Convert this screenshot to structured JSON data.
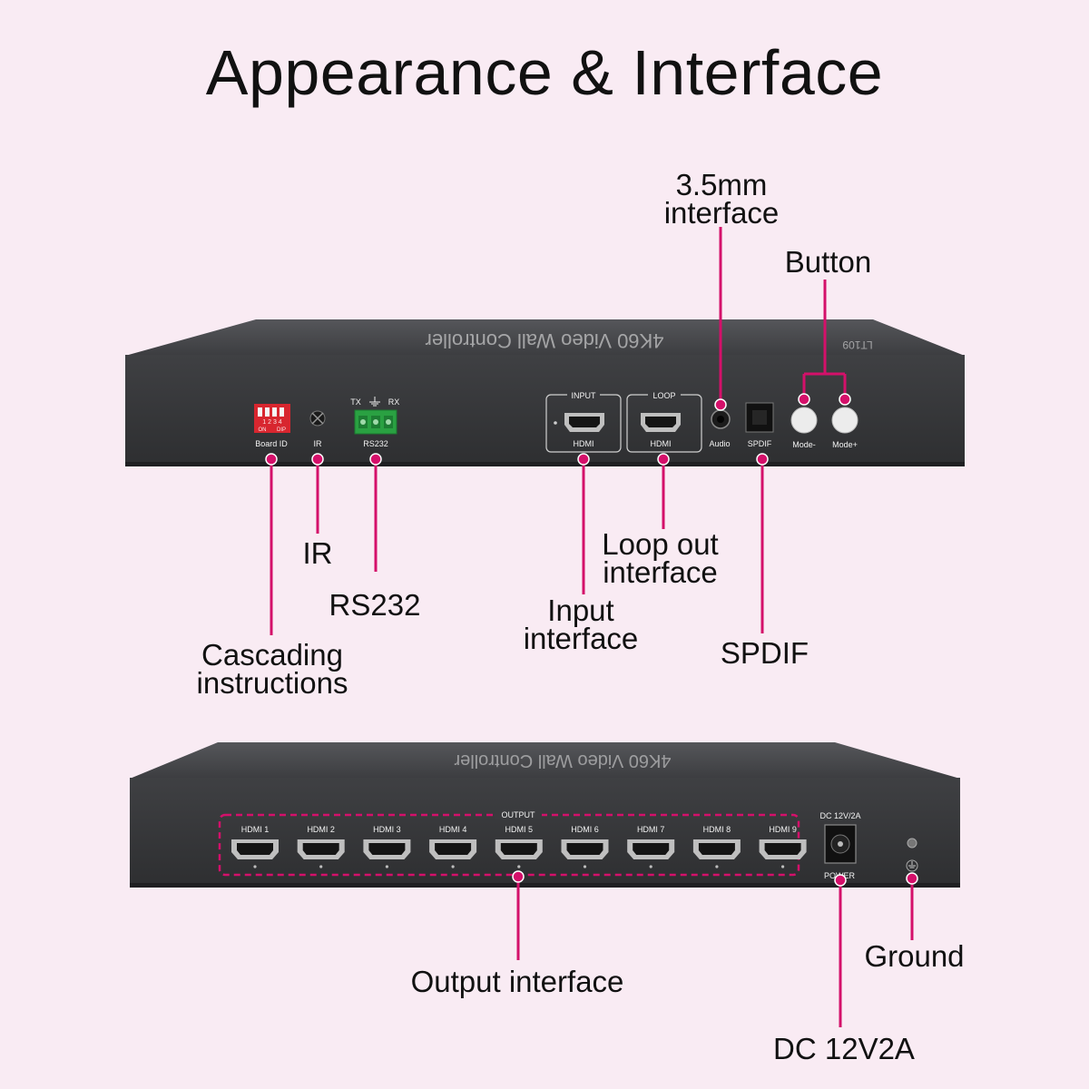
{
  "title": "Appearance & Interface",
  "top_device": {
    "model_text": "4K60 Video Wall Controller",
    "model_code": "LT109",
    "labels": {
      "board_id": "Board ID",
      "ir": "IR",
      "rs232": "RS232",
      "tx": "TX",
      "rx": "RX",
      "input_header": "INPUT",
      "input_hdmi": "HDMI",
      "loop_header": "LOOP",
      "loop_hdmi": "HDMI",
      "audio": "Audio",
      "spdif": "SPDIF",
      "mode_minus": "Mode-",
      "mode_plus": "Mode+",
      "dip_numbers": "1 2 3 4",
      "dip_on": "ON",
      "dip_text": "DIP"
    }
  },
  "bottom_device": {
    "output_header": "OUTPUT",
    "hdmi_ports": [
      "HDMI 1",
      "HDMI 2",
      "HDMI 3",
      "HDMI 4",
      "HDMI 5",
      "HDMI 6",
      "HDMI 7",
      "HDMI 8",
      "HDMI 9"
    ],
    "dc_label": "DC 12V/2A",
    "power_label": "POWER"
  },
  "callouts": {
    "audio_line1": "3.5mm",
    "audio_line2": "interface",
    "button": "Button",
    "ir": "IR",
    "rs232": "RS232",
    "cascading_line1": "Cascading",
    "cascading_line2": "instructions",
    "loop_line1": "Loop out",
    "loop_line2": "interface",
    "input_line1": "Input",
    "input_line2": "interface",
    "spdif": "SPDIF",
    "output": "Output interface",
    "ground": "Ground",
    "dc": "DC 12V2A"
  },
  "colors": {
    "background": "#f9ebf3",
    "accent": "#d4106a",
    "device": "#3a3a3d"
  }
}
